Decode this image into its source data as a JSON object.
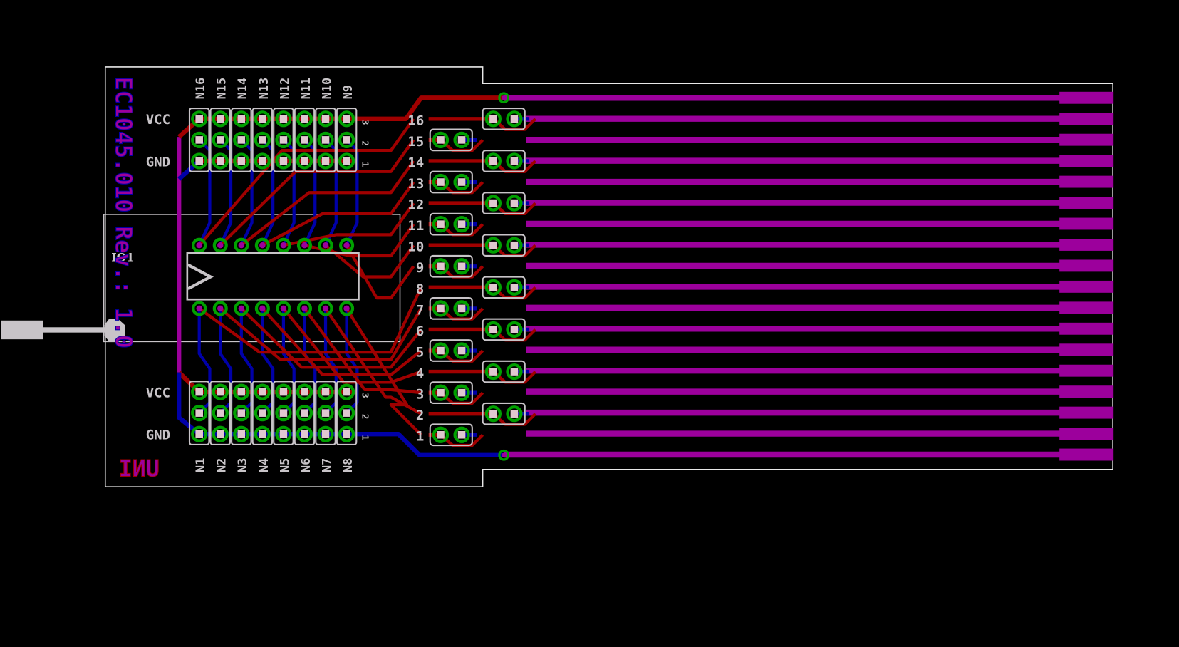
{
  "board": {
    "title_text": "EC1045.010 Rev.: 1.0",
    "logo_text": "UNI",
    "ic_label": "IO1",
    "vcc_label": "VCC",
    "gnd_label": "GND",
    "header_pin_numbers": [
      "3",
      "2",
      "1"
    ]
  },
  "top_header": {
    "net_labels": [
      "N16",
      "N15",
      "N14",
      "N13",
      "N12",
      "N11",
      "N10",
      "N9"
    ]
  },
  "bottom_header": {
    "net_labels": [
      "N1",
      "N2",
      "N3",
      "N4",
      "N5",
      "N6",
      "N7",
      "N8"
    ]
  },
  "channels": {
    "labels": [
      "16",
      "15",
      "14",
      "13",
      "12",
      "11",
      "10",
      "9",
      "8",
      "7",
      "6",
      "5",
      "4",
      "3",
      "2",
      "1"
    ]
  },
  "colors": {
    "background": "#000000",
    "top_copper": "#a00000",
    "bottom_copper": "#0000a8",
    "overlap": "#9c009c",
    "pad": "#00a000",
    "silkscreen": "#c8c4c8",
    "outline": "#e8e8e8"
  },
  "edge_connector": {
    "finger_count": 18
  }
}
